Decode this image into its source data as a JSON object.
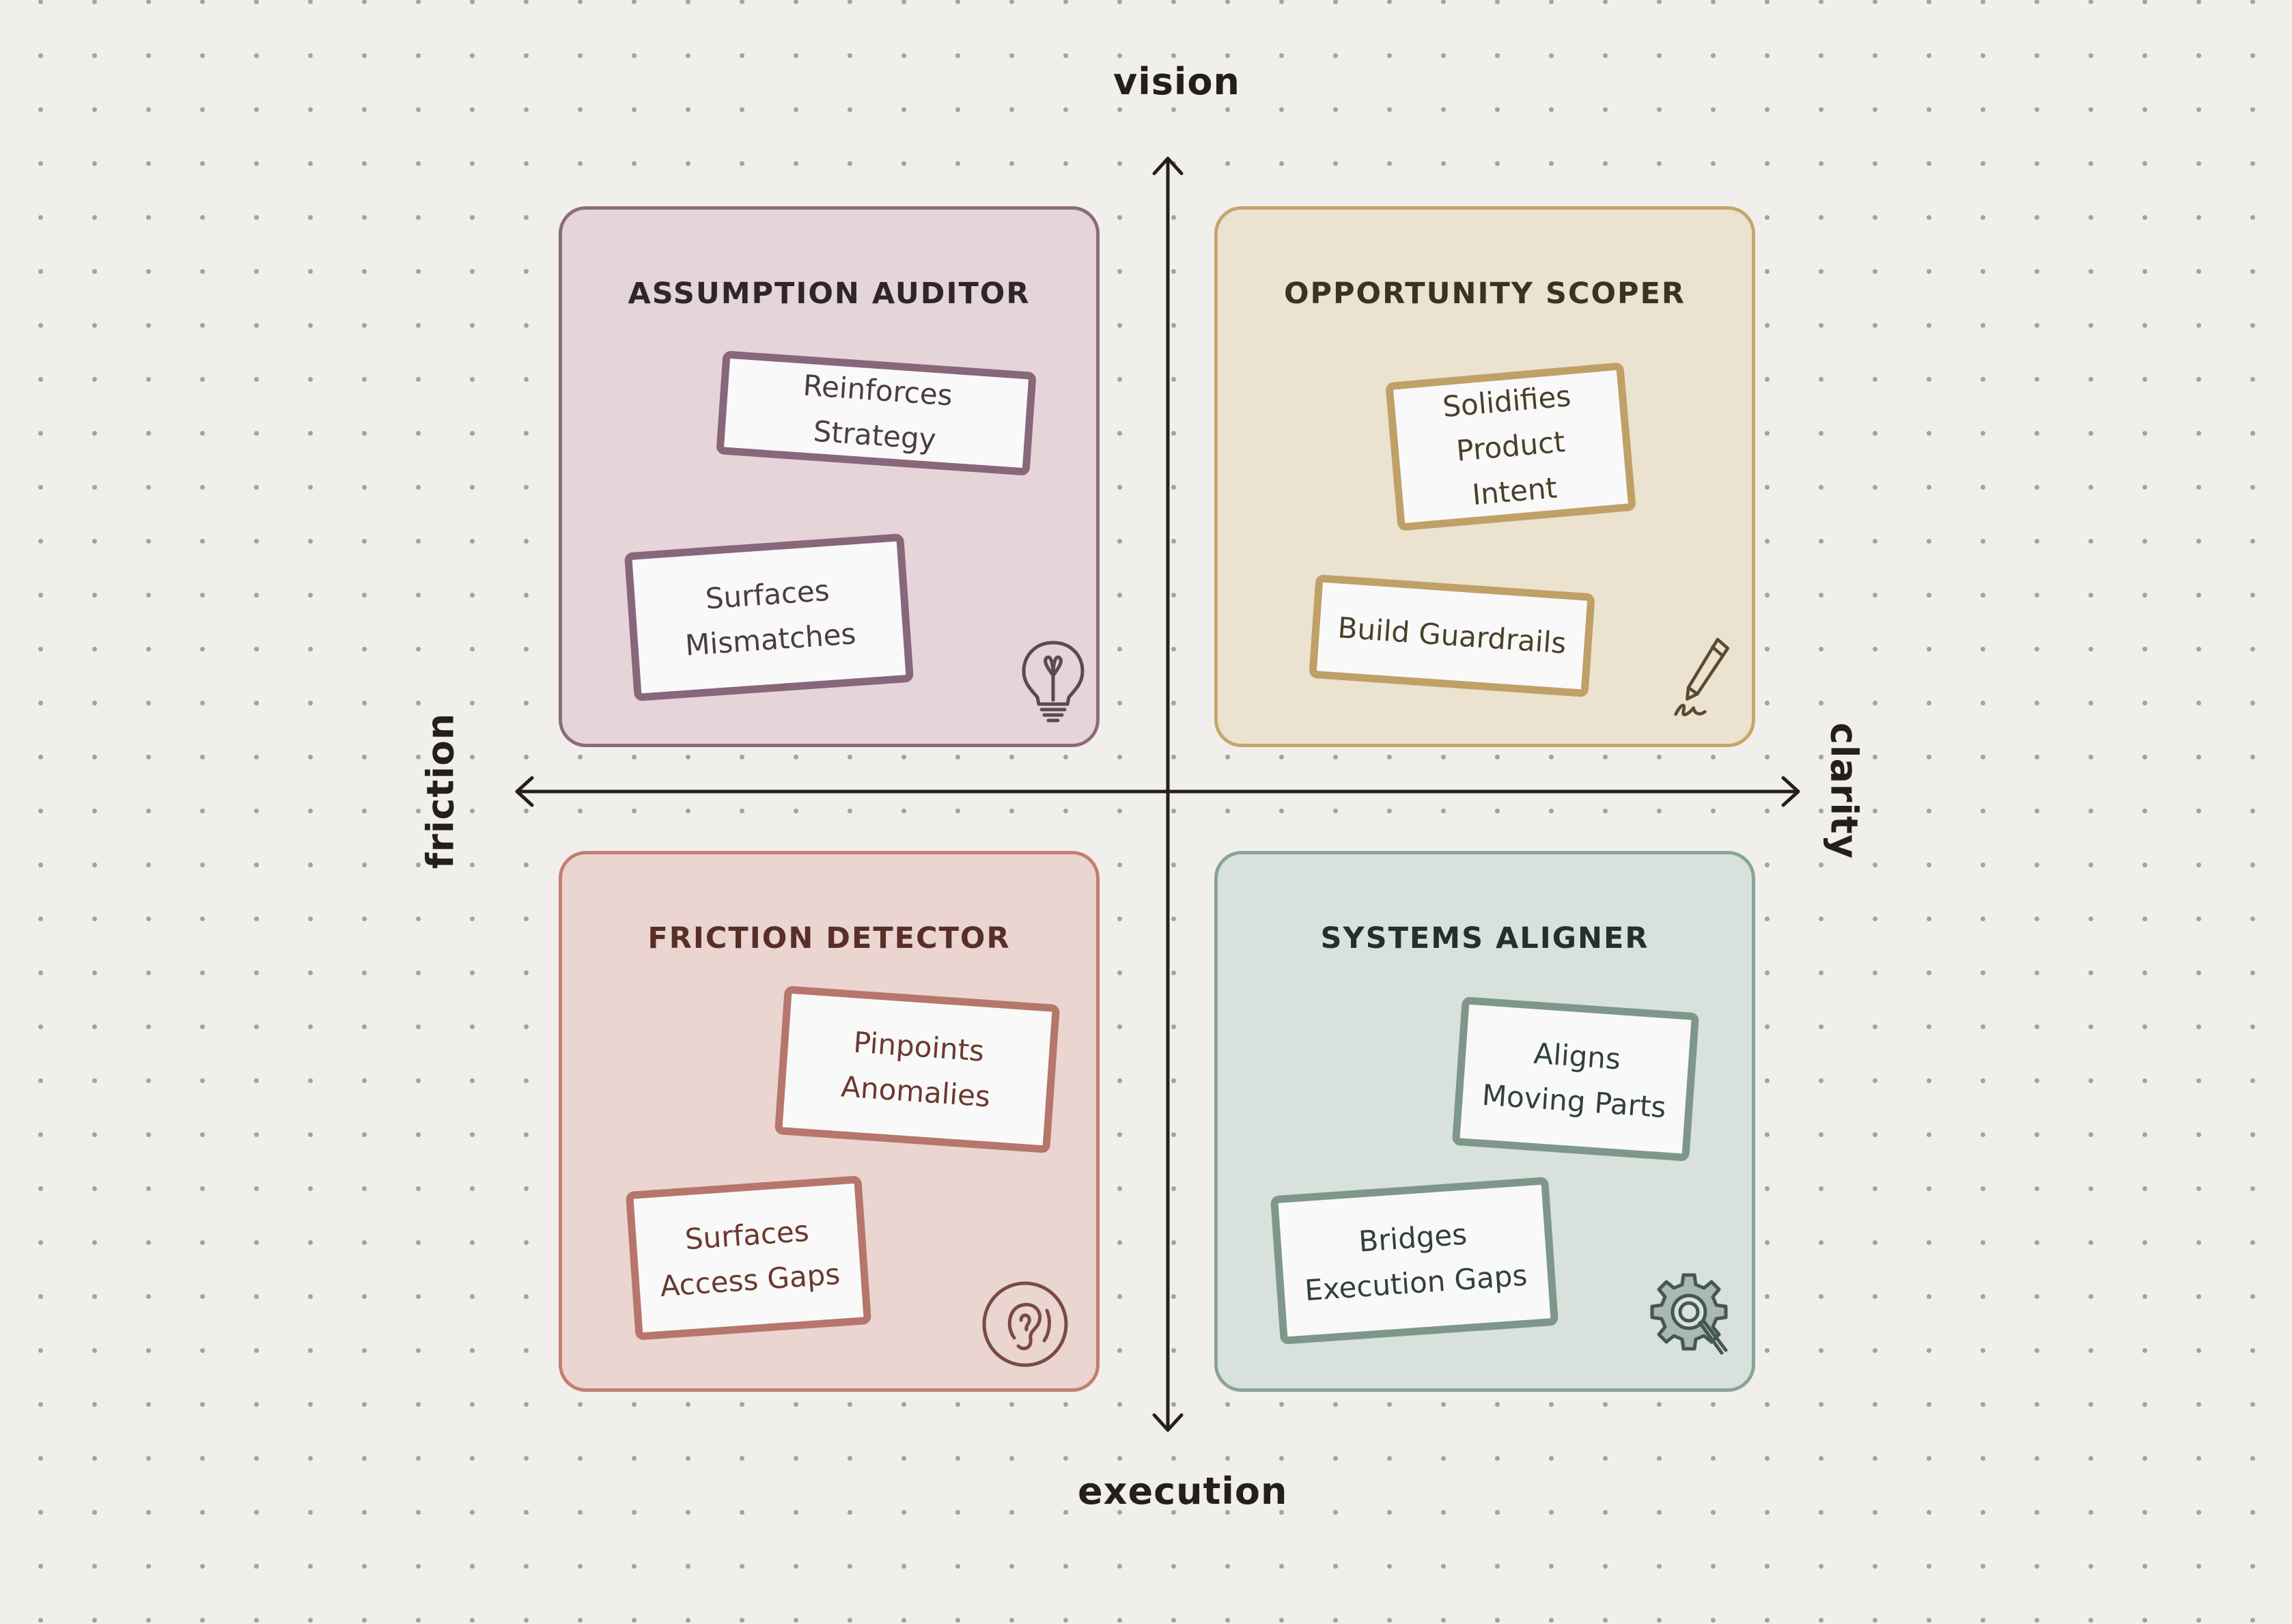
{
  "axes": {
    "top": "vision",
    "bottom": "execution",
    "left": "friction",
    "right": "clarity"
  },
  "quadrants": [
    {
      "title": "ASSUMPTION AUDITOR",
      "icon": "lightbulb-icon",
      "cards": [
        {
          "lines": [
            "Reinforces Strategy"
          ]
        },
        {
          "lines": [
            "Surfaces",
            "Mismatches"
          ]
        }
      ]
    },
    {
      "title": "OPPORTUNITY SCOPER",
      "icon": "pencil-icon",
      "cards": [
        {
          "lines": [
            "Solidifies",
            "Product Intent"
          ]
        },
        {
          "lines": [
            "Build Guardrails"
          ]
        }
      ]
    },
    {
      "title": "FRICTION DETECTOR",
      "icon": "ear-icon",
      "cards": [
        {
          "lines": [
            "Pinpoints",
            "Anomalies"
          ]
        },
        {
          "lines": [
            "Surfaces",
            "Access Gaps"
          ]
        }
      ]
    },
    {
      "title": "SYSTEMS ALIGNER",
      "icon": "gear-magnifier-icon",
      "cards": [
        {
          "lines": [
            "Aligns",
            "Moving Parts"
          ]
        },
        {
          "lines": [
            "Bridges",
            "Execution Gaps"
          ]
        }
      ]
    }
  ],
  "colors": {
    "background": "#f1efec",
    "axis": "#231f1d",
    "assumption_auditor": "#8c6b7e",
    "opportunity_scoper": "#c5a66d",
    "friction_detector": "#c47e72",
    "systems_aligner": "#8aa398"
  }
}
